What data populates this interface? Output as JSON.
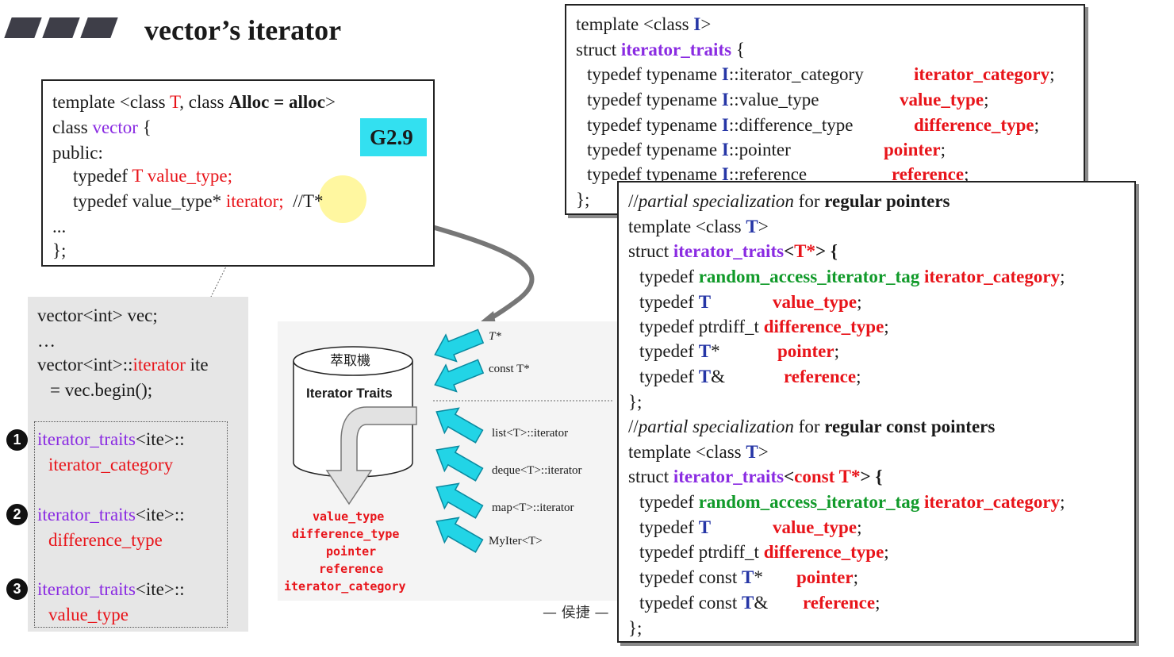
{
  "title": "vector’s iterator",
  "badge": "G2.9",
  "vector_box": {
    "l1": {
      "a": "template <class ",
      "b": "T",
      "c": ", class ",
      "d": "Alloc = alloc",
      "e": ">"
    },
    "l2": {
      "a": "class ",
      "b": "vector",
      "c": " {"
    },
    "l3": "public:",
    "l4": {
      "a": "typedef ",
      "b": "T value_type;"
    },
    "l5": {
      "a": "typedef value_type* ",
      "b": "iterator;",
      "c": "//T*"
    },
    "l6": "...",
    "l7": "};"
  },
  "usage_box": {
    "l1": "vector<int> vec;",
    "l2": "…",
    "l3": {
      "a": "vector<int>::",
      "b": "iterator",
      "c": " ite"
    },
    "l4": "= vec.begin();",
    "q1": {
      "num": "1",
      "a": "iterator_traits",
      "b": "<ite>::",
      "c": "iterator_category"
    },
    "q2": {
      "num": "2",
      "a": "iterator_traits",
      "b": "<ite>::",
      "c": "difference_type"
    },
    "q3": {
      "num": "3",
      "a": "iterator_traits",
      "b": "<ite>::",
      "c": "value_type"
    }
  },
  "traits_box": {
    "l1": {
      "a": "template <class ",
      "b": "I",
      "c": ">"
    },
    "l2": {
      "a": "struct ",
      "b": "iterator_traits",
      "c": " {"
    },
    "rows": [
      {
        "a": "typedef typename ",
        "b": "I",
        "c": "::iterator_category",
        "d": "iterator_category",
        "e": ";"
      },
      {
        "a": "typedef typename ",
        "b": "I",
        "c": "::value_type",
        "d": "value_type",
        "e": ";"
      },
      {
        "a": "typedef typename ",
        "b": "I",
        "c": "::difference_type",
        "d": "difference_type",
        "e": ";"
      },
      {
        "a": "typedef typename ",
        "b": "I",
        "c": "::pointer",
        "d": "pointer",
        "e": ";"
      },
      {
        "a": "typedef typename ",
        "b": "I",
        "c": "::reference",
        "d": "reference",
        "e": ";"
      }
    ],
    "end": "};"
  },
  "spec_box": {
    "c1": {
      "a": "//",
      "b": "partial specialization",
      "c": " for ",
      "d": "regular pointers"
    },
    "t1": {
      "a": "template <class ",
      "b": "T",
      "c": ">"
    },
    "s1": {
      "a": "struct ",
      "b": "iterator_traits",
      "c": "<",
      "d": "T*",
      "e": "> {"
    },
    "r1": [
      {
        "a": "typedef ",
        "b": "random_access_iterator_tag",
        "c": " ",
        "d": "iterator_category",
        "e": ";"
      },
      {
        "a": "typedef ",
        "b": "T",
        "c": "",
        "d": "value_type",
        "e": ";"
      },
      {
        "a": "typedef ptrdiff_t ",
        "b": "",
        "c": "",
        "d": "difference_type",
        "e": ";"
      },
      {
        "a": "typedef ",
        "b": "T",
        "c": "*",
        "d": "pointer",
        "e": ";"
      },
      {
        "a": "typedef ",
        "b": "T",
        "c": "&",
        "d": "reference",
        "e": ";"
      }
    ],
    "e1": "};",
    "c2": {
      "a": "//",
      "b": "partial specialization",
      "c": " for ",
      "d": "regular const pointers"
    },
    "t2": {
      "a": "template <class ",
      "b": "T",
      "c": ">"
    },
    "s2": {
      "a": "struct ",
      "b": "iterator_traits",
      "c": "<",
      "d": "const T*",
      "e": "> {"
    },
    "r2": [
      {
        "a": "typedef ",
        "b": "random_access_iterator_tag",
        "c": " ",
        "d": "iterator_category",
        "e": ";"
      },
      {
        "a": "typedef ",
        "b": "T",
        "c": "",
        "d": "value_type",
        "e": ";"
      },
      {
        "a": "typedef ptrdiff_t ",
        "b": "",
        "c": "",
        "d": "difference_type",
        "e": ";"
      },
      {
        "a": "typedef const ",
        "b": "T",
        "c": "*",
        "d": "pointer",
        "e": ";"
      },
      {
        "a": "typedef const ",
        "b": "T",
        "c": "&",
        "d": "reference",
        "e": ";"
      }
    ],
    "e2": "};"
  },
  "diagram": {
    "cyl_cn": "萃取機",
    "cyl_en": "Iterator Traits",
    "out_types": [
      "value_type",
      "difference_type",
      "pointer",
      "reference",
      "iterator_category"
    ],
    "inputs_top": [
      "T*",
      "const T*"
    ],
    "inputs_bottom": [
      "list<T>::iterator",
      "deque<T>::iterator",
      "map<T>::iterator",
      "MyIter<T>"
    ]
  },
  "author": "— 侯捷 —",
  "colors": {
    "purple": "#8a2be2",
    "red": "#e8141a",
    "green": "#119a2a",
    "navy": "#2636a6",
    "cyan": "#22d4e6",
    "badge": "#33e0f0",
    "highlight": "#fff7a0"
  }
}
